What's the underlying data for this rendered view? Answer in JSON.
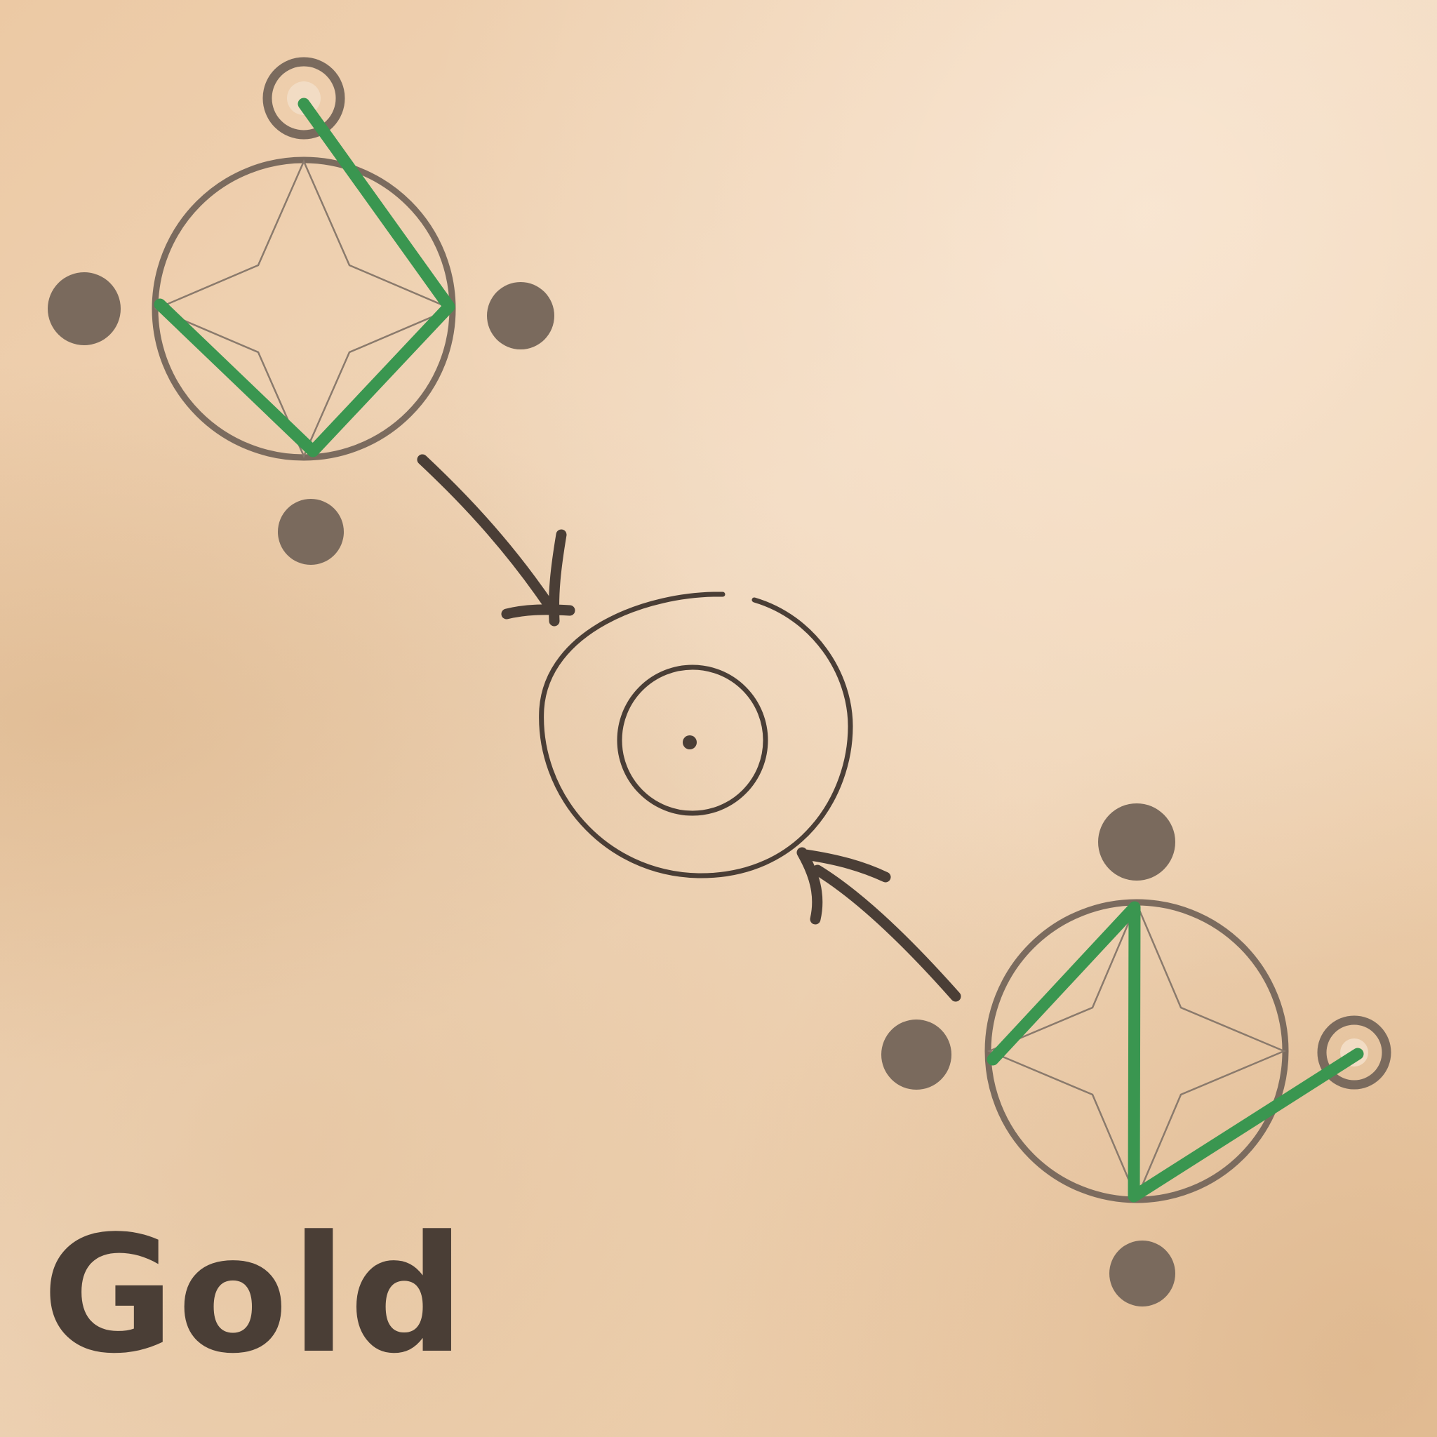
{
  "title": "Gold",
  "colors": {
    "paper": "#efd5b8",
    "ink": "#4a3e36",
    "glyph_ring": "#7b6b5e",
    "node_dot": "#7a6a5d",
    "trace": "#3a9650"
  },
  "glyphs": [
    {
      "name": "glyph-top-left",
      "start_node": "top",
      "trace_sequence": [
        "top-outer",
        "right",
        "bottom",
        "left"
      ]
    },
    {
      "name": "glyph-bottom-right",
      "start_node": "right",
      "trace_sequence": [
        "left",
        "top",
        "bottom",
        "right-outer"
      ]
    }
  ],
  "target": {
    "name": "target-circle",
    "icon": "concentric-target-icon"
  },
  "arrows": [
    {
      "name": "arrow-top-left-to-target",
      "icon": "hand-drawn-arrow-icon"
    },
    {
      "name": "arrow-bottom-right-to-target",
      "icon": "hand-drawn-arrow-icon"
    }
  ]
}
